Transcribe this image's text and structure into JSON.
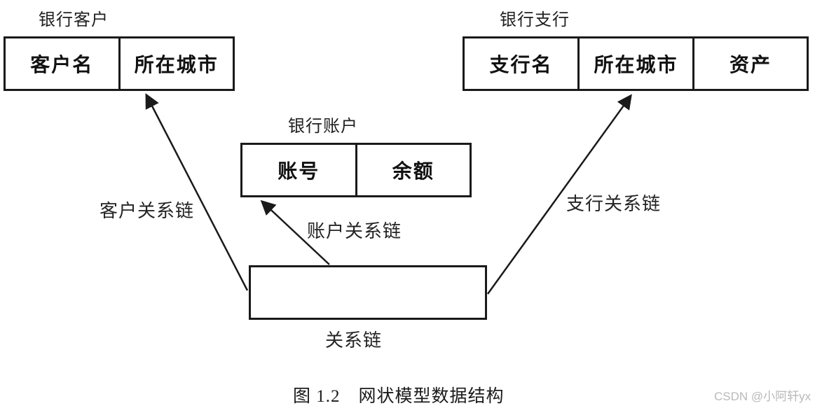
{
  "diagram": {
    "tables": {
      "customer": {
        "title": "银行客户",
        "fields": [
          "客户名",
          "所在城市"
        ]
      },
      "branch": {
        "title": "银行支行",
        "fields": [
          "支行名",
          "所在城市",
          "资产"
        ]
      },
      "account": {
        "title": "银行账户",
        "fields": [
          "账号",
          "余额"
        ]
      }
    },
    "link_box": {
      "label": "关系链"
    },
    "edge_labels": {
      "customer_chain": "客户关系链",
      "account_chain": "账户关系链",
      "branch_chain": "支行关系链"
    },
    "caption": "图 1.2　网状模型数据结构",
    "watermark": "CSDN @小阿轩yx",
    "colors": {
      "line": "#1a1a1a",
      "watermark": "#b9b9b9",
      "background": "#ffffff"
    }
  }
}
